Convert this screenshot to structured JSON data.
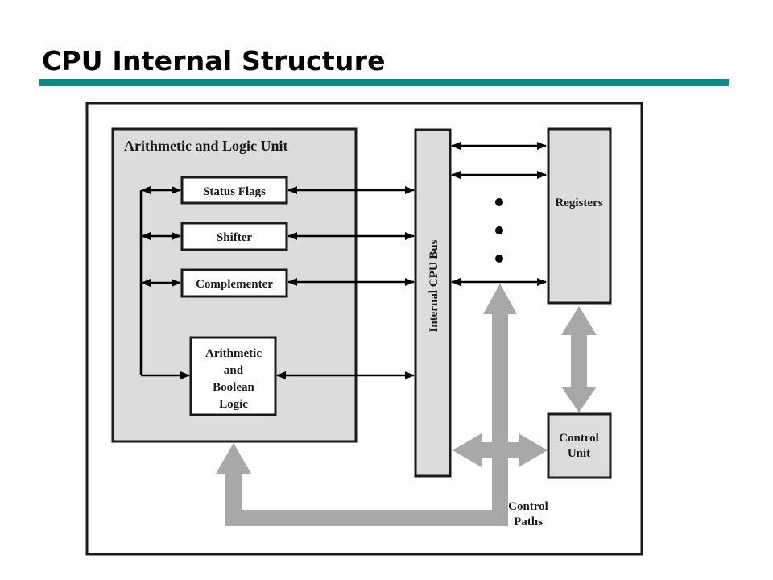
{
  "slide": {
    "title": "CPU Internal Structure",
    "accent_color": "#0f8a86"
  },
  "diagram": {
    "alu": {
      "title": "Arithmetic and Logic Unit",
      "components": {
        "status_flags": "Status Flags",
        "shifter": "Shifter",
        "complementer": "Complementer",
        "arith_line1": "Arithmetic",
        "arith_line2": "and",
        "arith_line3": "Boolean",
        "arith_line4": "Logic"
      }
    },
    "bus_label": "Internal CPU Bus",
    "registers_label": "Registers",
    "control_unit": {
      "line1": "Control",
      "line2": "Unit"
    },
    "control_paths": {
      "line1": "Control",
      "line2": "Paths"
    },
    "colors": {
      "unit_fill": "#dcdcdc",
      "control_path_fill": "#a8a8a8",
      "line": "#000000"
    }
  }
}
